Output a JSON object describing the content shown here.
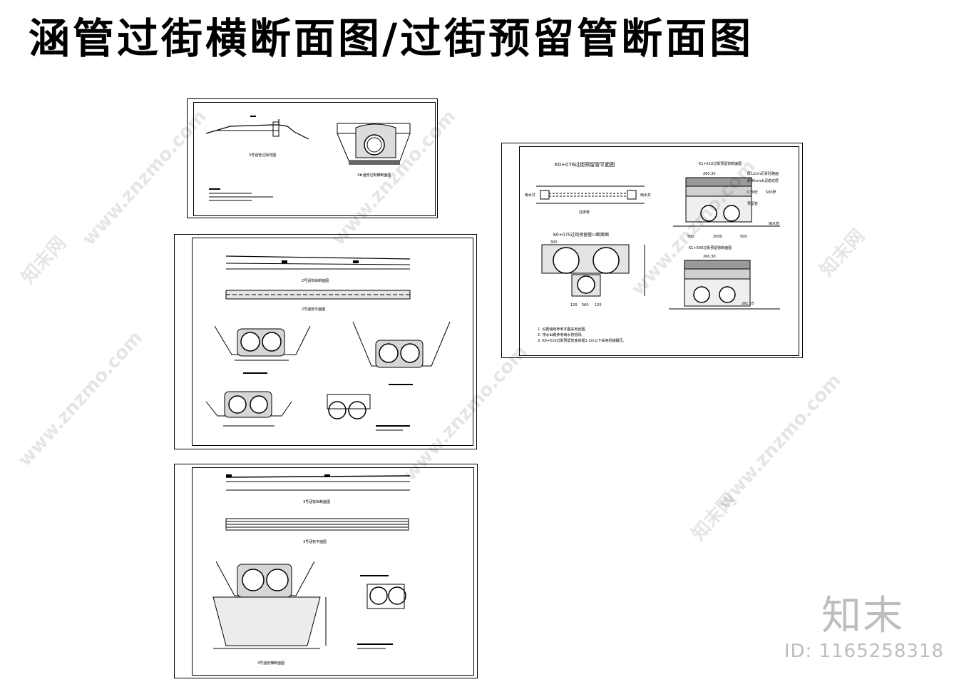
{
  "title": "涵管过街横断面图/过街预留管断面图",
  "watermark": {
    "site": "www.znzmo.com",
    "cn": "知末网",
    "brand": "知末",
    "id": "ID: 1165258318"
  },
  "sheet_a": {
    "label_profile": "3号涵管过街详图",
    "label_section": "3#涵管过街横断面图"
  },
  "sheet_b": {
    "label_long": "2号涵管纵断面图",
    "label_plan": "2号涵管平面图"
  },
  "sheet_c": {
    "label_long": "3号涵管纵断面图",
    "label_plan": "3号涵管平面图",
    "label_section": "3号涵管横断面图"
  },
  "sheet_d": {
    "label_plan": "K0+076过街预留管平面图",
    "label_section": "K0+075过街预留管I-I断面图",
    "label_detail1": "K1+510过街预留管断面图",
    "label_detail2": "K1+500过街预留管断面图",
    "legend": [
      "厚12cm沥青砼路面",
      "厚40cm水泥稳定层",
      "C30砼",
      "预留管",
      "雨水管",
      "500厚"
    ],
    "elev1": "260.30",
    "elev2": "260.30",
    "elev3": "261.55",
    "dims": [
      "500",
      "2000",
      "500",
      "120",
      "560",
      "120",
      "300"
    ],
    "notes": [
      "1. 设置缩缝参考本图采用此图。",
      "2. 排水出路参考雨水管管网。",
      "3. K0+510过街预留管底高程1.1m以下采用机械碾压。"
    ],
    "misc": [
      "雨水井",
      "雨水井",
      "过街管"
    ]
  }
}
